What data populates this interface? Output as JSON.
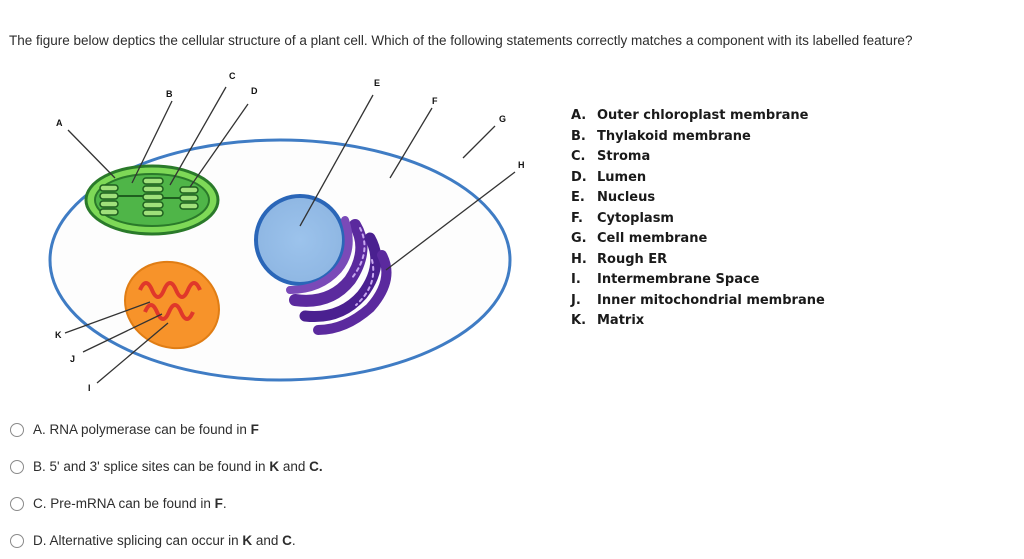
{
  "question": "The figure below deptics the cellular structure of a plant cell.  Which of the following statements correctly matches a component with its labelled feature?",
  "figure": {
    "labels": {
      "A": "A",
      "B": "B",
      "C": "C",
      "D": "D",
      "E": "E",
      "F": "F",
      "G": "G",
      "H": "H",
      "I": "I",
      "J": "J",
      "K": "K"
    }
  },
  "legend": [
    {
      "letter": "A.",
      "text": "Outer chloroplast membrane"
    },
    {
      "letter": "B.",
      "text": "Thylakoid membrane"
    },
    {
      "letter": "C.",
      "text": "Stroma"
    },
    {
      "letter": "D.",
      "text": "Lumen"
    },
    {
      "letter": "E.",
      "text": "Nucleus"
    },
    {
      "letter": "F.",
      "text": "Cytoplasm"
    },
    {
      "letter": "G.",
      "text": "Cell membrane"
    },
    {
      "letter": "H.",
      "text": "Rough ER"
    },
    {
      "letter": "I.",
      "text": "Intermembrane Space"
    },
    {
      "letter": "J.",
      "text": "Inner mitochondrial membrane"
    },
    {
      "letter": "K.",
      "text": "Matrix"
    }
  ],
  "options": [
    {
      "prefix": "A. RNA polymerase can be found in ",
      "k1": "F",
      "mid": "",
      "k2": "",
      "suffix": ""
    },
    {
      "prefix": "B. 5' and 3' splice sites can be found in ",
      "k1": "K",
      "mid": " and ",
      "k2": "C.",
      "suffix": ""
    },
    {
      "prefix": "C. Pre-mRNA can be found in ",
      "k1": "F",
      "mid": "",
      "k2": "",
      "suffix": "."
    },
    {
      "prefix": "D. Alternative splicing can occur in ",
      "k1": "K",
      "mid": " and ",
      "k2": "C",
      "suffix": "."
    }
  ]
}
